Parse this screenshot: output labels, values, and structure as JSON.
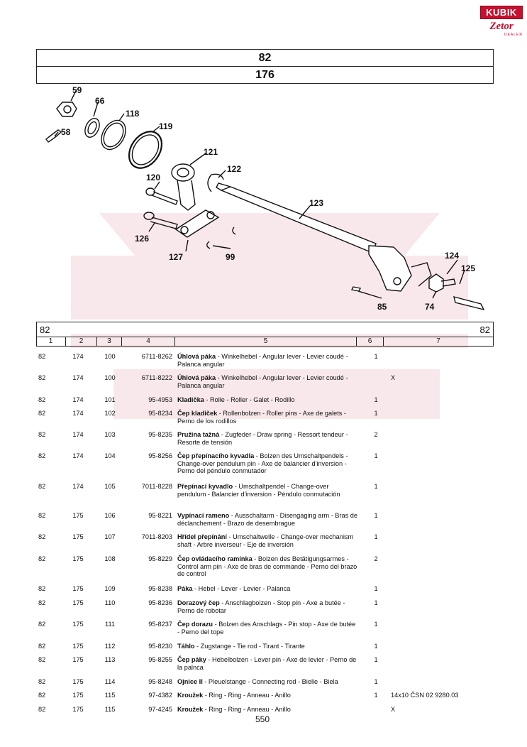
{
  "logo": {
    "brand": "KUBIK",
    "sub": "Zetor",
    "tag": "DEALER"
  },
  "header": {
    "group": "82",
    "figure": "176"
  },
  "diagram_callouts": [
    "59",
    "66",
    "118",
    "119",
    "58",
    "121",
    "122",
    "120",
    "123",
    "126",
    "127",
    "99",
    "124",
    "125",
    "85",
    "74"
  ],
  "table": {
    "group_left": "82",
    "group_right": "82",
    "columns": [
      "1",
      "2",
      "3",
      "4",
      "5",
      "6",
      "7"
    ],
    "rows": [
      {
        "c1": "82",
        "c2": "174",
        "c3": "100",
        "c4": "6711-8262",
        "name": "Úhlová páka",
        "desc": " - Winkelhebel - Angular lever - Levier coudé - Palanca angular",
        "qty": "1",
        "note": ""
      },
      {
        "c1": "82",
        "c2": "174",
        "c3": "100",
        "c4": "6711-8222",
        "name": "Úhlová páka",
        "desc": " - Winkelhebel - Angular lever - Levier coudé - Palanca angular",
        "qty": "",
        "note": "X"
      },
      {
        "c1": "82",
        "c2": "174",
        "c3": "101",
        "c4": "95-4953",
        "name": "Kladička",
        "desc": " - Rolle - Roller - Galet - Rodillo",
        "qty": "1",
        "note": ""
      },
      {
        "c1": "82",
        "c2": "174",
        "c3": "102",
        "c4": "95-8234",
        "name": "Čep kladiček",
        "desc": " - Rollenbolzen - Roller pins - Axe de galets - Perno de los rodillos",
        "qty": "1",
        "note": ""
      },
      {
        "c1": "82",
        "c2": "174",
        "c3": "103",
        "c4": "95-8235",
        "name": "Pružina tažná",
        "desc": " - Zugfeder - Draw spring - Ressort tendeur - Resorte de tensión",
        "qty": "2",
        "note": ""
      },
      {
        "c1": "82",
        "c2": "174",
        "c3": "104",
        "c4": "95-8256",
        "name": "Čep přepínacího kyvadla",
        "desc": " - Bolzen des Umschaltpendels - Change-over pendulum pin - Axe de balancier d'inversion - Perno del péndulo conmutador",
        "qty": "1",
        "note": ""
      },
      {
        "c1": "82",
        "c2": "174",
        "c3": "105",
        "c4": "7011-8228",
        "name": "Přepínací kyvadlo",
        "desc": " - Umschaltpendel - Change-over pendulum - Balancier d'inversion - Péndulo conmutación",
        "qty": "1",
        "note": ""
      },
      {
        "c1": "82",
        "c2": "175",
        "c3": "106",
        "c4": "95-8221",
        "name": "Vypínací rameno",
        "desc": " - Ausschaltarm - Disengaging arm - Bras de déclanchement - Brazo de desembrague",
        "qty": "1",
        "note": ""
      },
      {
        "c1": "82",
        "c2": "175",
        "c3": "107",
        "c4": "7011-8203",
        "name": "Hřídel přepínání",
        "desc": " - Umschaltwelle - Change-over mechanism shaft - Arbre inverseur - Eje de inversión",
        "qty": "1",
        "note": ""
      },
      {
        "c1": "82",
        "c2": "175",
        "c3": "108",
        "c4": "95-8229",
        "name": "Čep ovládacího ramínka",
        "desc": " - Bolzen des Betätigungsarmes - Control arm pin - Axe de bras de commande - Perno del brazo de control",
        "qty": "2",
        "note": ""
      },
      {
        "c1": "82",
        "c2": "175",
        "c3": "109",
        "c4": "95-8238",
        "name": "Páka",
        "desc": " - Hebel - Lever - Levier - Palanca",
        "qty": "1",
        "note": ""
      },
      {
        "c1": "82",
        "c2": "175",
        "c3": "110",
        "c4": "95-8236",
        "name": "Dorazový čep",
        "desc": " - Anschlagbolzen - Stop pin - Axe a butée - Perno de robotar",
        "qty": "1",
        "note": ""
      },
      {
        "c1": "82",
        "c2": "175",
        "c3": "111",
        "c4": "95-8237",
        "name": "Čep dorazu",
        "desc": " - Bolzen des Anschlags - Pin stop - Axe de butée - Perno del tope",
        "qty": "1",
        "note": ""
      },
      {
        "c1": "82",
        "c2": "175",
        "c3": "112",
        "c4": "95-8230",
        "name": "Táhlo",
        "desc": " - Zugstange - Tie rod - Tirant - Tirante",
        "qty": "1",
        "note": ""
      },
      {
        "c1": "82",
        "c2": "175",
        "c3": "113",
        "c4": "95-8255",
        "name": "Čep páky",
        "desc": " - Hebelbolzen - Lever pin - Axe de levier - Perno de la palnca",
        "qty": "1",
        "note": ""
      },
      {
        "c1": "82",
        "c2": "175",
        "c3": "114",
        "c4": "95-8248",
        "name": "Ojnice II",
        "desc": " - Pleuelstange - Connecting rod - Bielle - Biela",
        "qty": "1",
        "note": ""
      },
      {
        "c1": "82",
        "c2": "175",
        "c3": "115",
        "c4": "97-4382",
        "name": "Kroužek",
        "desc": " - Ring - Ring - Anneau - Anillo",
        "qty": "1",
        "note": "14x10 ČSN 02 9280.03"
      },
      {
        "c1": "82",
        "c2": "175",
        "c3": "115",
        "c4": "97-4245",
        "name": "Kroužek",
        "desc": " - Ring - Ring - Anneau - Anillo",
        "qty": "",
        "note": "X"
      }
    ]
  },
  "page_number": "550"
}
